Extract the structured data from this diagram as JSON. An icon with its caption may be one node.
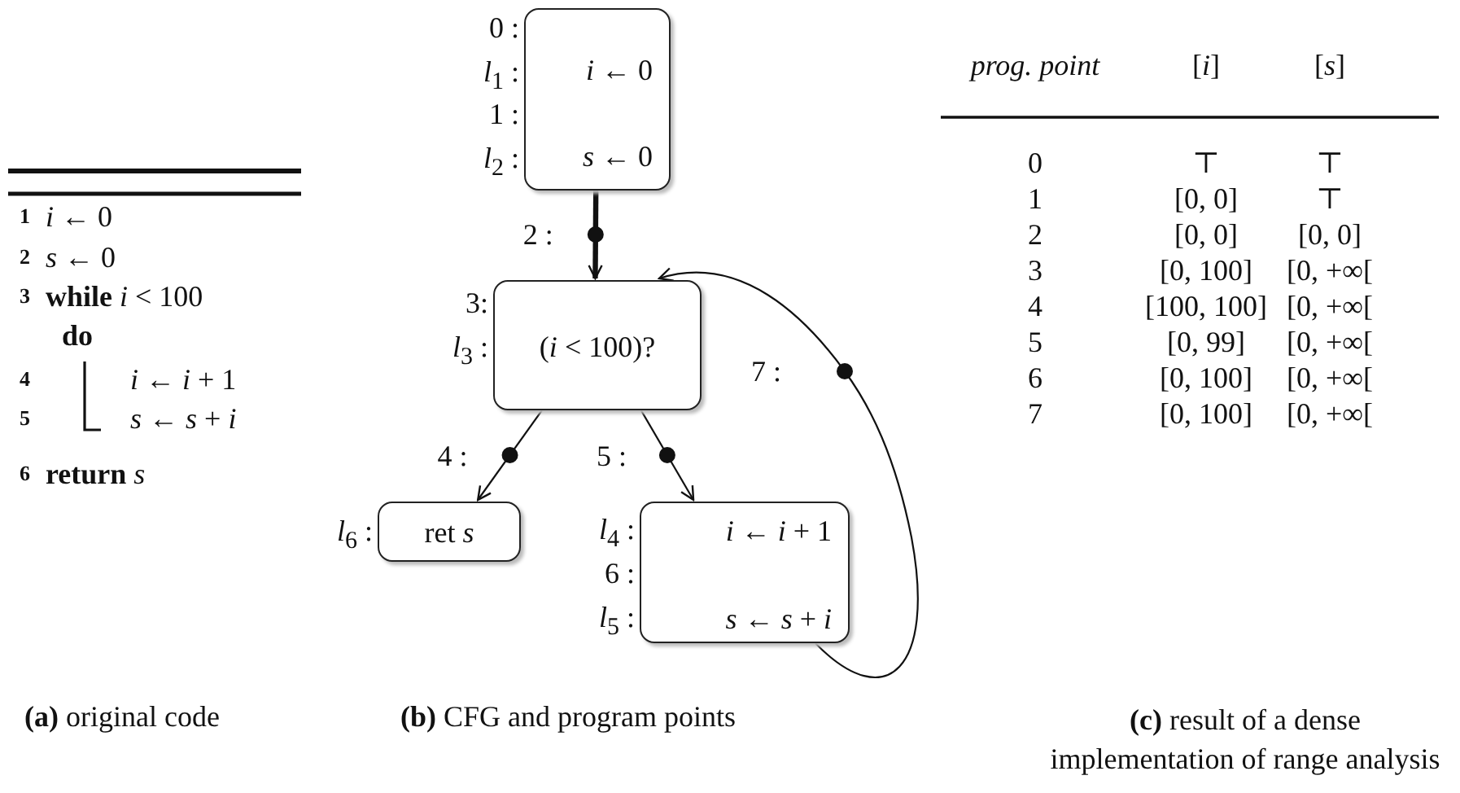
{
  "diagram": {
    "nodes": [
      {
        "text": [
          "*i* ← 0",
          "*s* ← 0"
        ],
        "beside": [
          "0 :",
          "*l*$_{1}$ :",
          "1 :",
          "*l*$_{2}$ :"
        ]
      },
      {
        "text": [
          "(*i* < 100)?"
        ],
        "beside": [
          "3:",
          "*l*$_{3}$ :"
        ]
      },
      {
        "text": [
          "ret *s*"
        ],
        "beside": [
          "*l*$_{6}$ :"
        ]
      },
      {
        "text": [
          "*i* ← *i* + 1",
          "*s* ← *s* + *i*"
        ],
        "beside": [
          "*l*$_{4}$ :",
          "6 :",
          "*l*$_{5}$ :"
        ]
      }
    ],
    "edges": [
      {
        "from": 0,
        "to": 1,
        "arrow": "to",
        "label": "2 :",
        "style": "thick"
      },
      {
        "from": 1,
        "to": 2,
        "arrow": "to",
        "label": "4 :"
      },
      {
        "from": 1,
        "to": 3,
        "arrow": "to",
        "label": "5 :"
      },
      {
        "from": 3,
        "to": 1,
        "arrow": "to",
        "label": "7 :"
      }
    ],
    "labels": [
      "1",
      "*i* ← 0",
      "2",
      "*s* ← 0",
      "3",
      "**while** *i* < 100",
      "do",
      "4",
      "*i* ← *i* + 1",
      "5",
      "*s* ← *s* + *i*",
      "6",
      "**return** *s*",
      "prog. point",
      "[*i*]",
      "[*s*]",
      "0",
      "⊤",
      "⊤",
      "1",
      "[0, 0]",
      "⊤",
      "2",
      "[0, 0]",
      "[0, 0]",
      "3",
      "[0, 100]",
      "[0, +∞[",
      "4",
      "[100, 100]",
      "[0, +∞[",
      "5",
      "[0, 99]",
      "[0, +∞[",
      "6",
      "[0, 100]",
      "[0, +∞[",
      "7",
      "[0, 100]",
      "[0, +∞[",
      "**(a)** original code",
      "**(b)** CFG and program points",
      "**(c)** result of a dense implementation of range analysis"
    ]
  }
}
